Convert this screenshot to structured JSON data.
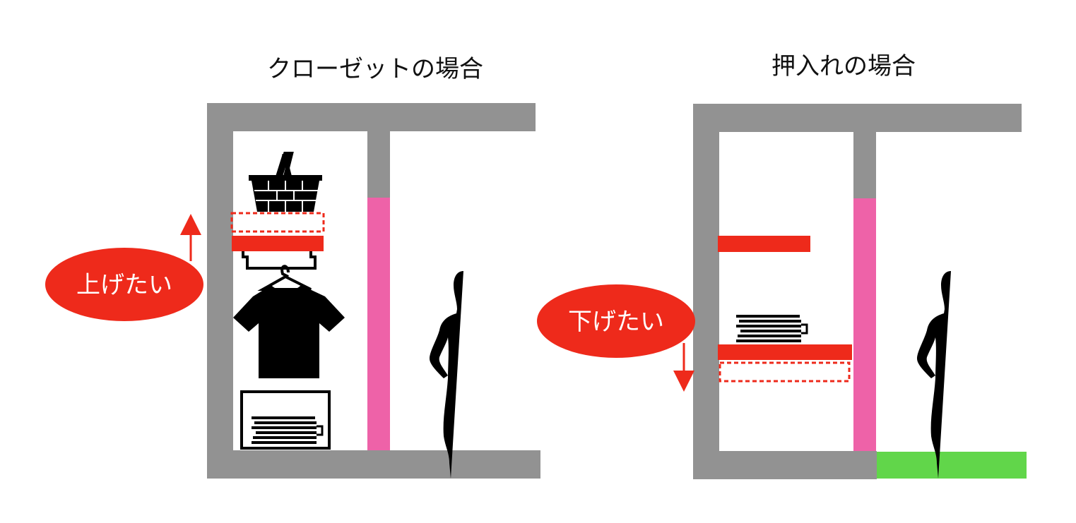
{
  "closet": {
    "title": "クローゼットの場合",
    "action_label": "上げたい"
  },
  "oshiire": {
    "title": "押入れの場合",
    "action_label": "下げたい"
  },
  "colors": {
    "wall": "#929292",
    "shelf": "#ee2a1b",
    "door_frame": "#ee62a8",
    "floor_step": "#61d64a",
    "silhouette": "#000000"
  }
}
